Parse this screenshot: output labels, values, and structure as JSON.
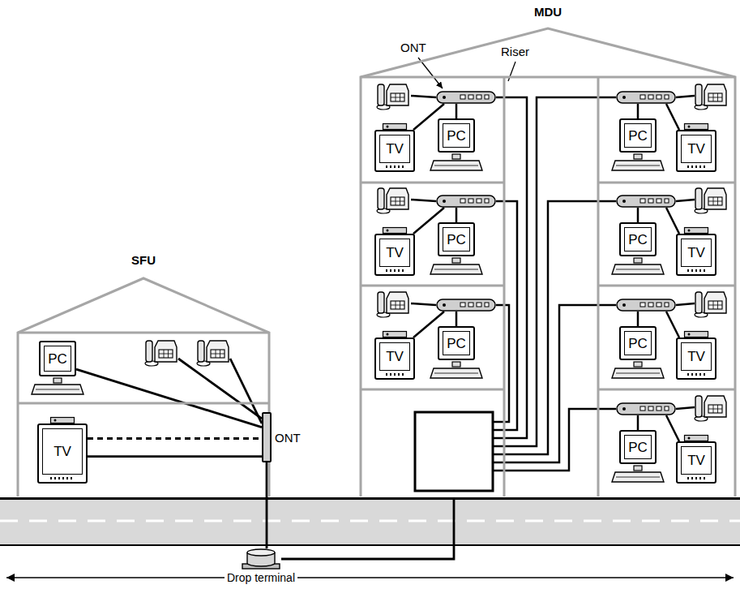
{
  "diagram": {
    "nodes": [
      {
        "text": [
          "SFU"
        ]
      },
      {
        "text": [
          "MDU"
        ]
      },
      {
        "text": [
          "PC"
        ],
        "in": 0
      },
      {
        "text": [
          "TV"
        ],
        "in": 0
      },
      {
        "text": [
          "ONT"
        ],
        "in": 0
      },
      {
        "text": [
          "Drop terminal"
        ]
      },
      {
        "text": [
          "TV"
        ],
        "in": 1
      },
      {
        "text": [
          "PC"
        ],
        "in": 1
      },
      {
        "text": [
          "PC"
        ],
        "in": 1
      },
      {
        "text": [
          "TV"
        ],
        "in": 1
      },
      {
        "text": [
          "TV"
        ],
        "in": 1
      },
      {
        "text": [
          "PC"
        ],
        "in": 1
      },
      {
        "text": [
          "PC"
        ],
        "in": 1
      },
      {
        "text": [
          "TV"
        ],
        "in": 1
      },
      {
        "text": [
          "TV"
        ],
        "in": 1
      },
      {
        "text": [
          "PC"
        ],
        "in": 1
      },
      {
        "text": [
          "PC"
        ],
        "in": 1
      },
      {
        "text": [
          "TV"
        ],
        "in": 1
      },
      {
        "text": [
          "PC"
        ],
        "in": 1
      },
      {
        "text": [
          "TV"
        ],
        "in": 1
      }
    ],
    "edges": [
      {
        "from": 2,
        "to": 4,
        "arrow": "none"
      },
      {
        "from": 3,
        "to": 4,
        "arrow": "none"
      },
      {
        "from": 3,
        "to": 4,
        "arrow": "none"
      },
      {
        "from": 4,
        "to": 5,
        "arrow": "none"
      },
      {
        "from": 5,
        "to": 1,
        "arrow": "none"
      }
    ],
    "labels": [
      "ONT",
      "Riser"
    ]
  }
}
